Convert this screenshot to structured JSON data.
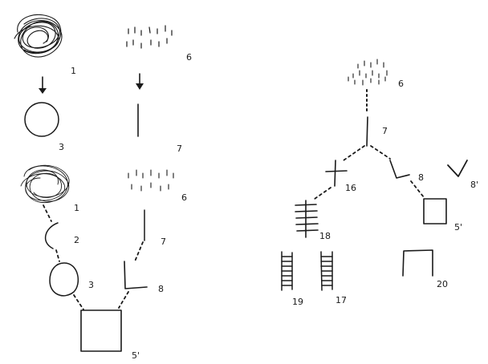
{
  "ink_color": "#1a1a1a",
  "paper_color": "#ffffff",
  "labels": {
    "scribble_top": "1",
    "spray_top": "6",
    "circle_top": "3",
    "line_top": "7",
    "scribble_mid": "1",
    "spray_mid": "6",
    "arc_mid": "2",
    "line_mid": "7",
    "circle_mid": "3",
    "angle_mid": "8",
    "square_bottom": "5'",
    "spray_right": "6",
    "line_right": "7",
    "cross_right": "16",
    "angle_right": "8",
    "check_right": "8'",
    "rungs_right": "18",
    "square_right": "5'",
    "ladder_a": "19",
    "ladder_b": "17",
    "arch_right": "20"
  }
}
